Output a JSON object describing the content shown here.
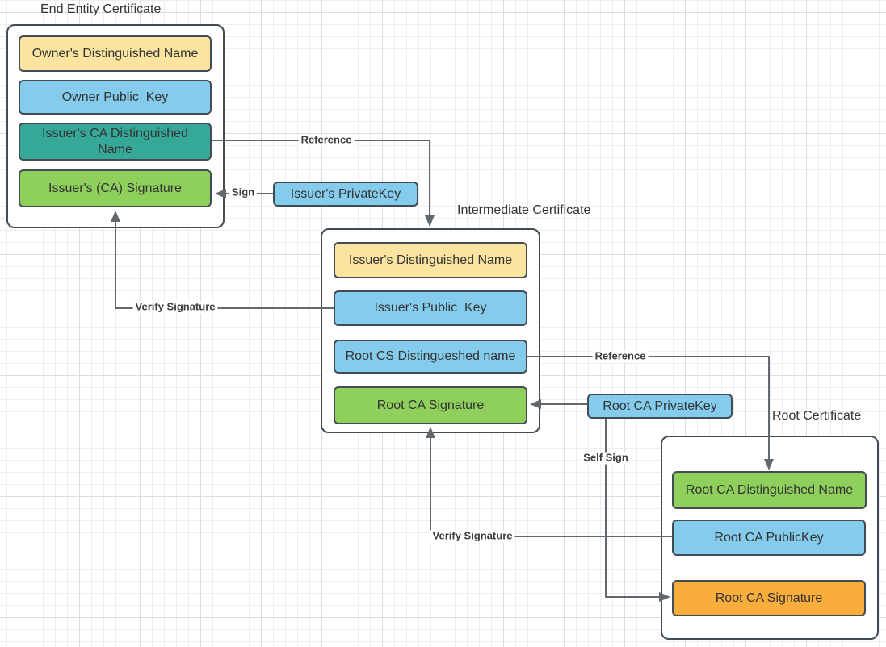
{
  "diagram_type": "certificate-chain-of-trust",
  "colors": {
    "field_yellow": "#fbe3a0",
    "field_blue": "#84cbec",
    "field_teal": "#35a898",
    "field_green": "#8fd05c",
    "field_orange": "#f8ad3d",
    "shape_border": "#434c55",
    "connector": "#61696f",
    "text": "#333333",
    "grid_minor": "#eeeef1",
    "grid_major": "#dcdde1"
  },
  "certificates": {
    "end_entity": {
      "title": "End Entity Certificate",
      "fields": [
        {
          "label": "Owner's Distinguished Name",
          "color": "yellow"
        },
        {
          "label": "Owner Public  Key",
          "color": "blue"
        },
        {
          "label": "Issuer's CA Distinguished Name",
          "color": "teal"
        },
        {
          "label": "Issuer's (CA) Signature",
          "color": "green"
        }
      ]
    },
    "intermediate": {
      "title": "Intermediate Certificate",
      "fields": [
        {
          "label": "Issuer's Distinguished Name",
          "color": "yellow"
        },
        {
          "label": "Issuer's Public  Key",
          "color": "blue"
        },
        {
          "label": "Root CS Distingueshed name",
          "color": "blue"
        },
        {
          "label": "Root CA Signature",
          "color": "green"
        }
      ]
    },
    "root": {
      "title": "Root Certificate",
      "fields": [
        {
          "label": "Root CA Distinguished Name",
          "color": "green"
        },
        {
          "label": "Root CA PublicKey",
          "color": "blue"
        },
        {
          "label": "Root CA Signature",
          "color": "orange"
        }
      ]
    }
  },
  "keys": {
    "issuer_private_key": {
      "label": "Issuer's PrivateKey"
    },
    "root_ca_private_key": {
      "label": "Root CA PrivateKey"
    }
  },
  "edges": {
    "reference_end_to_intermediate": {
      "label": "Reference"
    },
    "sign": {
      "label": "Sign"
    },
    "verify_signature_intermediate": {
      "label": "Verify Signature"
    },
    "reference_intermediate_to_root": {
      "label": "Reference"
    },
    "self_sign": {
      "label": "Self Sign"
    },
    "verify_signature_root": {
      "label": "Verify Signature"
    }
  }
}
